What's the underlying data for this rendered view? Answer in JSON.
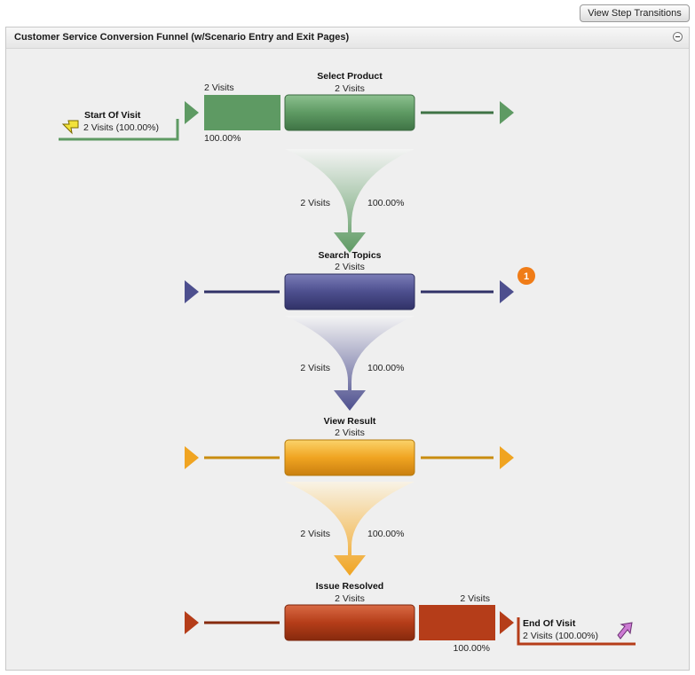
{
  "toolbar": {
    "view_step_transitions_label": "View Step Transitions"
  },
  "panel": {
    "title": "Customer Service Conversion Funnel (w/Scenario Entry and Exit Pages)"
  },
  "start": {
    "label": "Start Of Visit",
    "visits": "2 Visits (100.00%)"
  },
  "end": {
    "label": "End Of Visit",
    "visits": "2 Visits (100.00%)"
  },
  "entry": {
    "visits": "2 Visits",
    "percent": "100.00%"
  },
  "exit": {
    "visits": "2 Visits",
    "percent": "100.00%"
  },
  "steps": [
    {
      "name": "Select Product",
      "visits": "2 Visits",
      "color": "#5e9a63"
    },
    {
      "name": "Search Topics",
      "visits": "2 Visits",
      "color": "#4d4f8e"
    },
    {
      "name": "View Result",
      "visits": "2 Visits",
      "color": "#f0a421"
    },
    {
      "name": "Issue Resolved",
      "visits": "2 Visits",
      "color": "#b53d19"
    }
  ],
  "transitions": [
    {
      "visits": "2 Visits",
      "percent": "100.00%"
    },
    {
      "visits": "2 Visits",
      "percent": "100.00%"
    },
    {
      "visits": "2 Visits",
      "percent": "100.00%"
    }
  ],
  "callout": {
    "number": "1",
    "color": "#f07c17"
  },
  "icons": {
    "entry": "entry-arrow-icon",
    "exit": "exit-arrow-icon",
    "collapse": "collapse-icon"
  }
}
